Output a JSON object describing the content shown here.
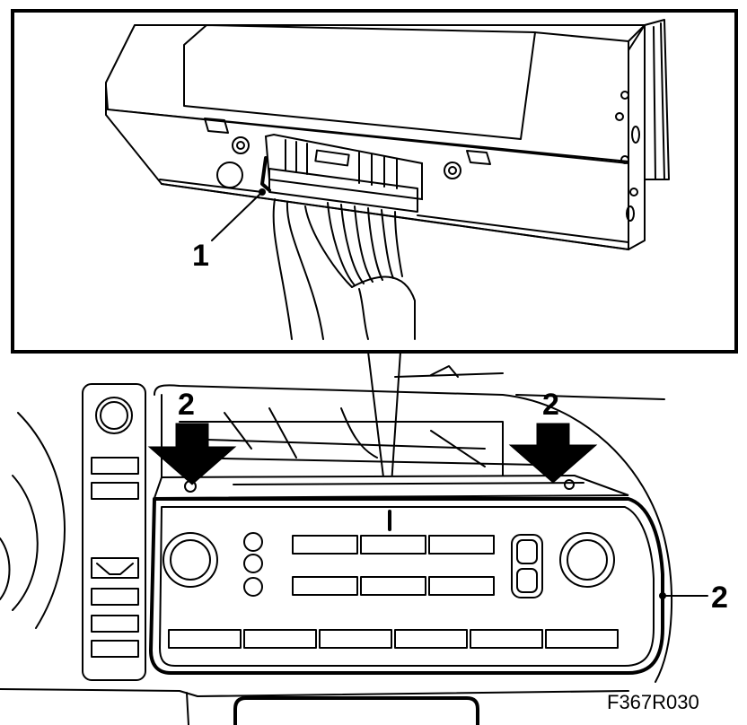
{
  "figure": {
    "id": "F367R030"
  },
  "callouts": {
    "connector": "1",
    "clip_left": "2",
    "clip_right": "2",
    "panel_edge": "2"
  },
  "colors": {
    "ink": "#000000",
    "paper": "#ffffff"
  },
  "icons": {
    "arrow": "down-arrow-icon",
    "knob": "rotary-knob-icon"
  }
}
